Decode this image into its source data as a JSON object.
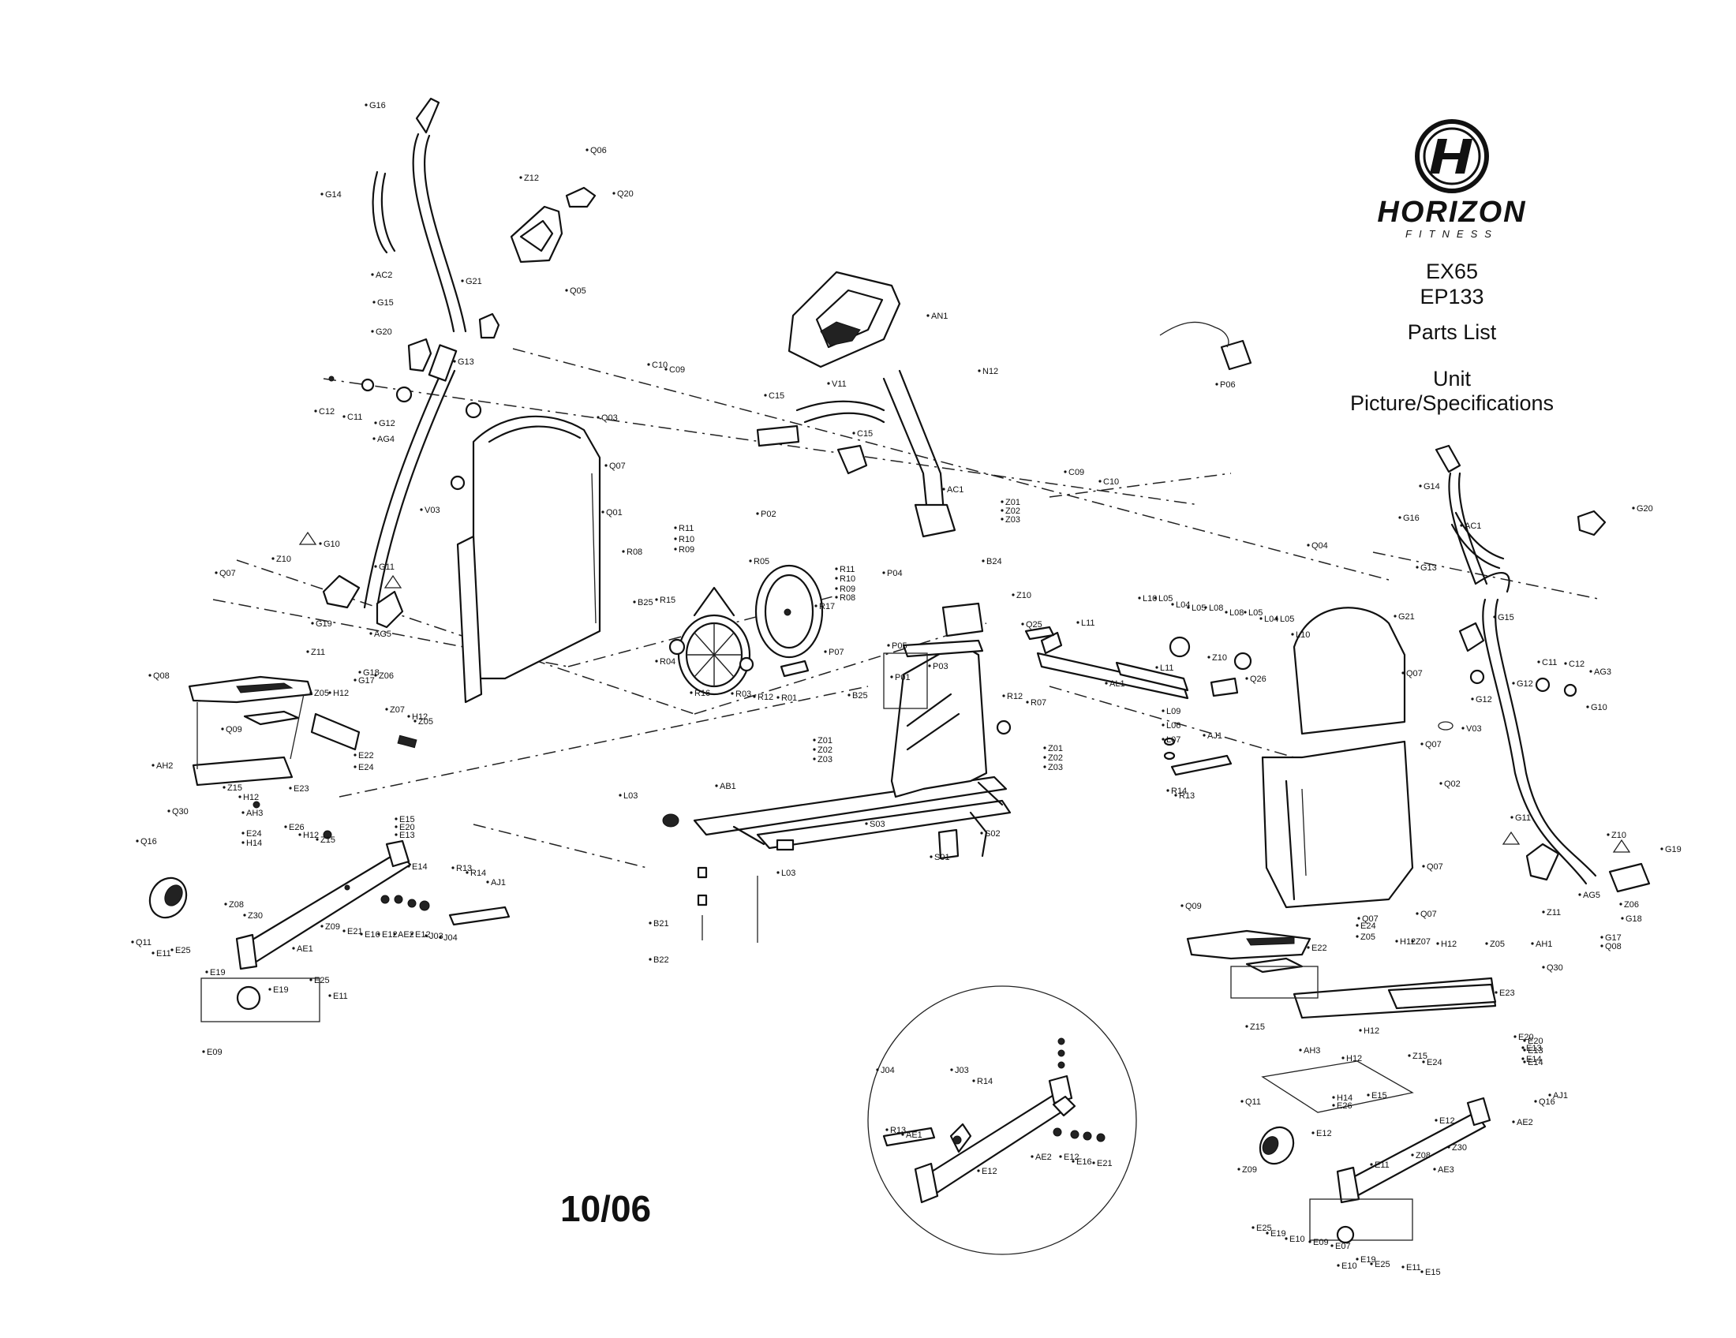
{
  "header": {
    "brand": "HORIZON",
    "brand_sub": "FITNESS",
    "model_1": "EX65",
    "model_2": "EP133",
    "doc_title": "Parts List",
    "doc_subtitle": "Unit Picture/Specifications"
  },
  "date_stamp": "10/06",
  "part_labels": [
    "G16",
    "G14",
    "AC2",
    "G15",
    "G20",
    "G13",
    "G12",
    "C12",
    "C11",
    "AG4",
    "Z12",
    "Q06",
    "Q20",
    "Q05",
    "G21",
    "C10",
    "C09",
    "Q03",
    "Q07",
    "V03",
    "Q01",
    "G10",
    "G11",
    "Z10",
    "Q07",
    "G19",
    "AG5",
    "Z11",
    "G18",
    "G17",
    "Z06",
    "Q08",
    "Z05",
    "H12",
    "Z07",
    "H12",
    "Z05",
    "Q09",
    "AH2",
    "Q30",
    "E22",
    "E24",
    "Z15",
    "E23",
    "H12",
    "AH3",
    "E26",
    "E24",
    "H14",
    "H12",
    "Z15",
    "E15",
    "E20",
    "E13",
    "E14",
    "Q16",
    "Q11",
    "Z08",
    "Z30",
    "Z09",
    "E21",
    "E16",
    "E12",
    "AE2",
    "E12",
    "J03",
    "J04",
    "AE1",
    "R13",
    "R14",
    "AJ1",
    "E11",
    "E25",
    "E19",
    "E19",
    "E25",
    "E11",
    "E09",
    "AN1",
    "N12",
    "V11",
    "C15",
    "C15",
    "AC1",
    "P02",
    "Z01",
    "Z02",
    "Z03",
    "C09",
    "C10",
    "P06",
    "R08",
    "R11",
    "R10",
    "R09",
    "B25",
    "R15",
    "R05",
    "R11",
    "R10",
    "R09",
    "R08",
    "R17",
    "R04",
    "R16",
    "R03",
    "R12",
    "R01",
    "P04",
    "B24",
    "P05",
    "P03",
    "P07",
    "P01",
    "B25",
    "R12",
    "R07",
    "Z01",
    "Z02",
    "Z03",
    "Z01",
    "Z02",
    "Z03",
    "L03",
    "AB1",
    "L03",
    "S03",
    "S02",
    "S01",
    "B21",
    "B22",
    "Q25",
    "Z10",
    "L11",
    "L10",
    "L05",
    "L04",
    "L05",
    "L08",
    "L08",
    "L05",
    "L04",
    "L05",
    "L10",
    "Z10",
    "L11",
    "AL1",
    "Q26",
    "L09",
    "L06",
    "L07",
    "AJ1",
    "R14",
    "R13",
    "Q04",
    "Q07",
    "V03",
    "Q07",
    "Q02",
    "Q07",
    "Q07",
    "Q07",
    "G16",
    "G14",
    "G20",
    "AC1",
    "G13",
    "G21",
    "G15",
    "G12",
    "G12",
    "C11",
    "C12",
    "AG3",
    "G10",
    "G11",
    "Z10",
    "G19",
    "AG5",
    "Z06",
    "Z11",
    "G18",
    "G17",
    "Q08",
    "Q09",
    "E22",
    "E24",
    "Z05",
    "H12",
    "Z07",
    "H12",
    "Z05",
    "AH1",
    "Q30",
    "E23",
    "Z15",
    "H12",
    "AH3",
    "H12",
    "Z15",
    "E24",
    "H14",
    "E26",
    "E15",
    "E20",
    "E13",
    "E14",
    "Q16",
    "Q11",
    "Z09",
    "E12",
    "E12",
    "AE2",
    "Z30",
    "Z08",
    "AE3",
    "E11",
    "E25",
    "E19",
    "E10",
    "E09",
    "E07",
    "E10",
    "E19",
    "E25",
    "E11",
    "E15",
    "E20",
    "E13",
    "E14",
    "AJ1",
    "J04",
    "J03",
    "R14",
    "R13",
    "AE1",
    "E12",
    "AE2",
    "E12",
    "E16",
    "E21"
  ]
}
